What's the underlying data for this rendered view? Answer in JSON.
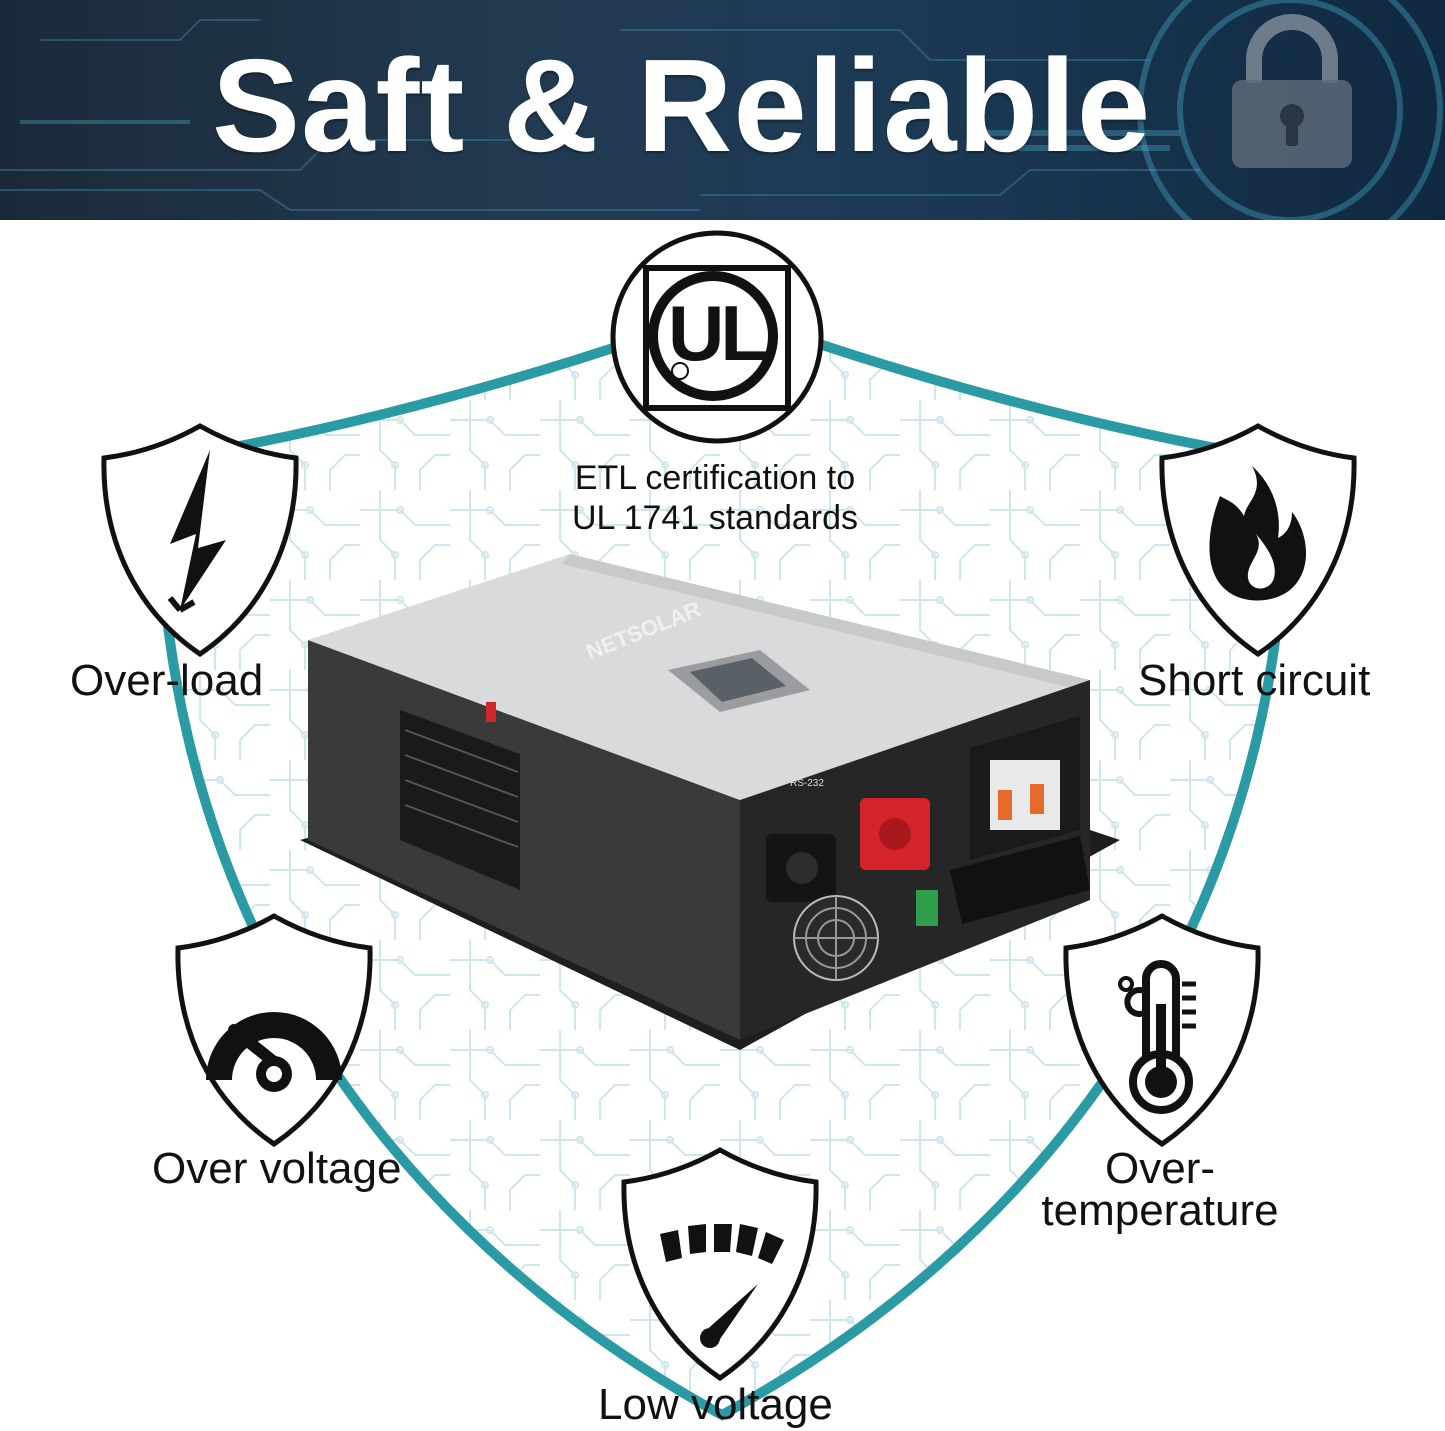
{
  "banner": {
    "title": "Saft & Reliable"
  },
  "certification": {
    "logo_text": "UL",
    "caption_line1": "ETL certification to",
    "caption_line2": "UL 1741 standards"
  },
  "product": {
    "brand": "NETSOLAR",
    "port_label": "RS-232"
  },
  "features": [
    {
      "label": "Over-load",
      "icon": "lightning-bolt-icon"
    },
    {
      "label": "Short circuit",
      "icon": "flame-icon"
    },
    {
      "label": "Over voltage",
      "icon": "gauge-icon"
    },
    {
      "label_line1": "Over-",
      "label_line2": "temperature",
      "icon": "thermometer-icon"
    },
    {
      "label": "Low voltage",
      "icon": "low-gauge-icon"
    }
  ],
  "colors": {
    "accent": "#2a9aa5",
    "banner": "#1e3348",
    "icon": "#111111"
  }
}
